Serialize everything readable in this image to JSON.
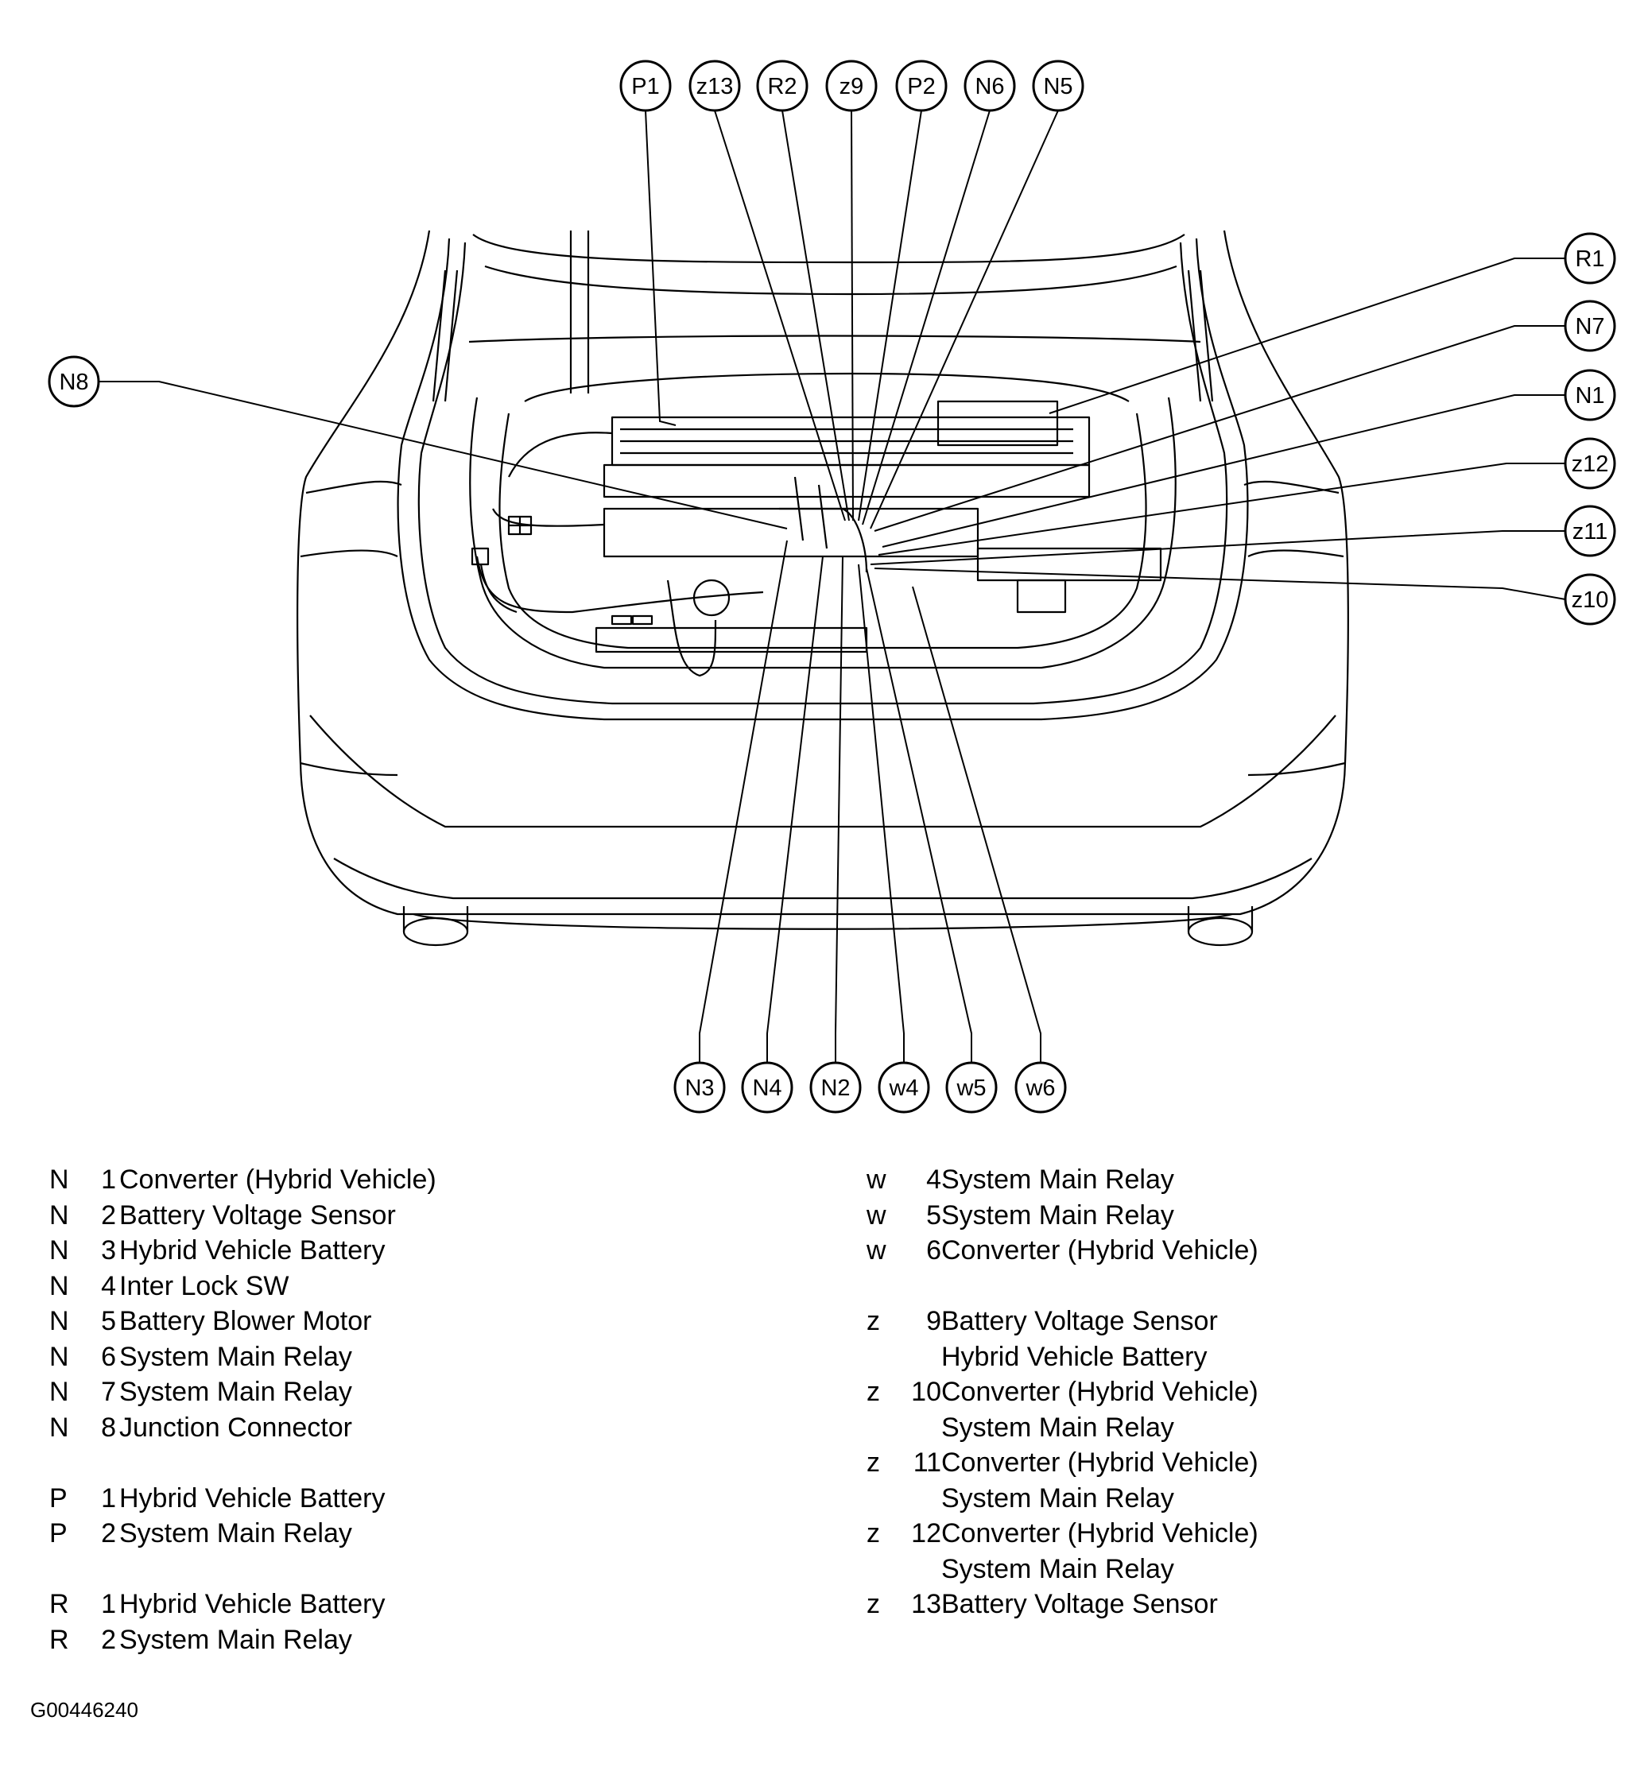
{
  "callouts": [
    {
      "label": "P1",
      "pos": "top"
    },
    {
      "label": "z13",
      "pos": "top"
    },
    {
      "label": "R2",
      "pos": "top"
    },
    {
      "label": "z9",
      "pos": "top"
    },
    {
      "label": "P2",
      "pos": "top"
    },
    {
      "label": "N6",
      "pos": "top"
    },
    {
      "label": "N5",
      "pos": "top"
    },
    {
      "label": "R1",
      "pos": "right"
    },
    {
      "label": "N7",
      "pos": "right"
    },
    {
      "label": "N1",
      "pos": "right"
    },
    {
      "label": "z12",
      "pos": "right"
    },
    {
      "label": "z11",
      "pos": "right"
    },
    {
      "label": "z10",
      "pos": "right"
    },
    {
      "label": "N8",
      "pos": "left"
    },
    {
      "label": "N3",
      "pos": "bottom"
    },
    {
      "label": "N4",
      "pos": "bottom"
    },
    {
      "label": "N2",
      "pos": "bottom"
    },
    {
      "label": "w4",
      "pos": "bottom"
    },
    {
      "label": "w5",
      "pos": "bottom"
    },
    {
      "label": "w6",
      "pos": "bottom"
    }
  ],
  "legend": {
    "left": [
      {
        "prefix": "N",
        "num": "1",
        "desc": "Converter (Hybrid Vehicle)"
      },
      {
        "prefix": "N",
        "num": "2",
        "desc": "Battery Voltage Sensor"
      },
      {
        "prefix": "N",
        "num": "3",
        "desc": "Hybrid Vehicle Battery"
      },
      {
        "prefix": "N",
        "num": "4",
        "desc": "Inter Lock SW"
      },
      {
        "prefix": "N",
        "num": "5",
        "desc": "Battery Blower Motor"
      },
      {
        "prefix": "N",
        "num": "6",
        "desc": "System Main Relay"
      },
      {
        "prefix": "N",
        "num": "7",
        "desc": "System Main Relay"
      },
      {
        "prefix": "N",
        "num": "8",
        "desc": "Junction Connector"
      },
      {
        "gap": true
      },
      {
        "prefix": "P",
        "num": "1",
        "desc": "Hybrid Vehicle Battery"
      },
      {
        "prefix": "P",
        "num": "2",
        "desc": "System Main Relay"
      },
      {
        "gap": true
      },
      {
        "prefix": "R",
        "num": "1",
        "desc": "Hybrid Vehicle Battery"
      },
      {
        "prefix": "R",
        "num": "2",
        "desc": "System Main Relay"
      }
    ],
    "right": [
      {
        "prefix": "w",
        "num": "4",
        "desc": "System Main Relay"
      },
      {
        "prefix": "w",
        "num": "5",
        "desc": "System Main Relay"
      },
      {
        "prefix": "w",
        "num": "6",
        "desc": "Converter (Hybrid Vehicle)"
      },
      {
        "gap": true
      },
      {
        "prefix": "z",
        "num": "9",
        "desc": "Battery Voltage Sensor"
      },
      {
        "prefix": "",
        "num": "",
        "desc": "Hybrid Vehicle Battery"
      },
      {
        "prefix": "z",
        "num": "10",
        "desc": "Converter (Hybrid Vehicle)"
      },
      {
        "prefix": "",
        "num": "",
        "desc": "System Main Relay"
      },
      {
        "prefix": "z",
        "num": "11",
        "desc": "Converter (Hybrid Vehicle)"
      },
      {
        "prefix": "",
        "num": "",
        "desc": "System Main Relay"
      },
      {
        "prefix": "z",
        "num": "12",
        "desc": "Converter (Hybrid Vehicle)"
      },
      {
        "prefix": "",
        "num": "",
        "desc": "System Main Relay"
      },
      {
        "prefix": "z",
        "num": "13",
        "desc": "Battery Voltage Sensor"
      }
    ]
  },
  "figure_id": "G00446240"
}
